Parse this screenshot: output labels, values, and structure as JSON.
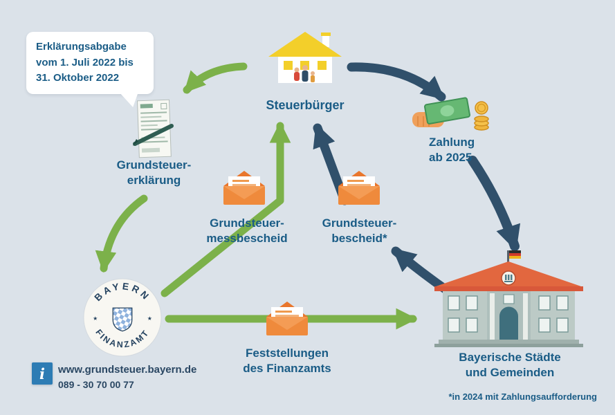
{
  "colors": {
    "background": "#dbe2e9",
    "arrow_green": "#7cb14a",
    "arrow_navy": "#30506b",
    "text_blue": "#1a5c86",
    "envelope_orange": "#ef8a3c"
  },
  "bubble": {
    "lines": [
      "Erklärungsabgabe",
      "vom 1. Juli 2022 bis",
      "31. Oktober 2022"
    ]
  },
  "nodes": {
    "erklaerung": {
      "line1": "Grundsteuer-",
      "line2": "erklärung"
    },
    "steuerbuerger": {
      "label": "Steuerbürger"
    },
    "zahlung": {
      "line1": "Zahlung",
      "line2": "ab 2025"
    },
    "messbescheid": {
      "line1": "Grundsteuer-",
      "line2": "messbescheid"
    },
    "bescheid": {
      "line1": "Grundsteuer-",
      "line2": "bescheid*"
    },
    "feststellungen": {
      "line1": "Feststellungen",
      "line2": "des Finanzamts"
    },
    "gemeinden": {
      "line1": "Bayerische Städte",
      "line2": "und Gemeinden"
    }
  },
  "seal": {
    "top": "BAYERN",
    "bottom": "FINANZAMT",
    "star_left": "★",
    "star_right": "★"
  },
  "contact": {
    "icon": "i",
    "website": "www.grundsteuer.bayern.de",
    "phone": "089 - 30 70 00 77"
  },
  "footnote": "*in 2024 mit Zahlungsaufforderung"
}
